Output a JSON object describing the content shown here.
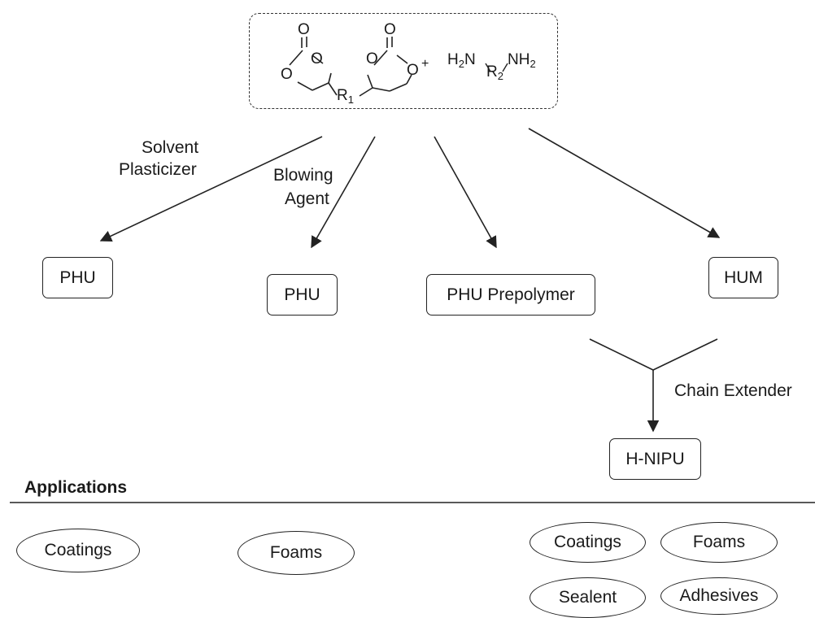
{
  "reagents": {
    "o": "O",
    "r1": "R",
    "r1_sub": "1",
    "plus": "+",
    "h2n": "H",
    "h2n_sub": "2",
    "h2n_n": "N",
    "r2": "R",
    "r2_sub": "2",
    "nh2": "NH",
    "nh2_sub": "2"
  },
  "routes": {
    "label_left_1": "Solvent",
    "label_left_2": "Plasticizer",
    "label_mid_1": "Blowing",
    "label_mid_2": "Agent",
    "chain_extender": "Chain Extender"
  },
  "products": {
    "phu_1": "PHU",
    "phu_2": "PHU",
    "phu_prepolymer": "PHU Prepolymer",
    "hum": "HUM",
    "h_nipu": "H-NIPU"
  },
  "applications": {
    "heading": "Applications",
    "items": [
      "Coatings",
      "Foams",
      "Coatings",
      "Foams",
      "Sealent",
      "Adhesives"
    ]
  }
}
